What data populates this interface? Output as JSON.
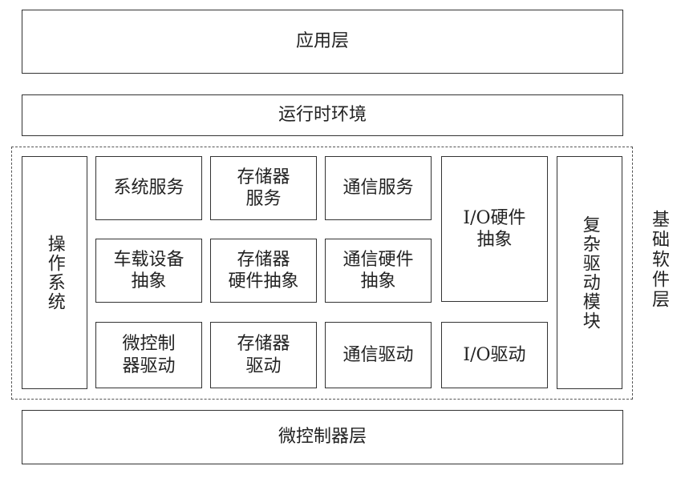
{
  "layers": {
    "application": "应用层",
    "runtime": "运行时环境",
    "mcu": "微控制器层"
  },
  "basic_software": {
    "side_label": "基础软件层",
    "os": "操作系统",
    "complex_driver": "复杂驱动模块",
    "grid": {
      "system_services": "系统服务",
      "memory_services": "存储器\n服务",
      "comm_services": "通信服务",
      "io_hw_abstraction": "I/O硬件\n抽象",
      "onboard_device_abstraction": "车载设备\n抽象",
      "memory_hw_abstraction": "存储器\n硬件抽象",
      "comm_hw_abstraction": "通信硬件\n抽象",
      "mcu_drivers": "微控制\n器驱动",
      "memory_drivers": "存储器\n驱动",
      "comm_drivers": "通信驱动",
      "io_drivers": "I/O驱动"
    }
  }
}
